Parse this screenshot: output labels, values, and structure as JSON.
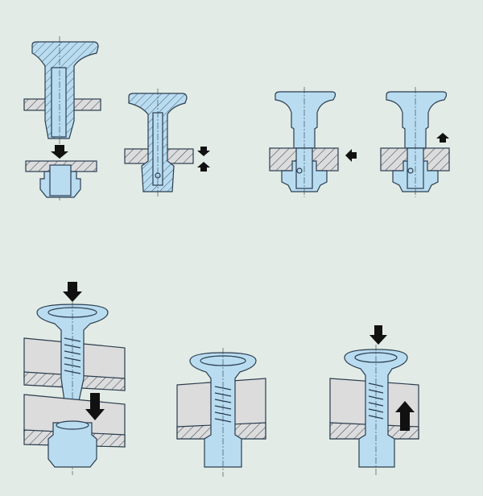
{
  "diagram": {
    "colors": {
      "background": "#e2ebe5",
      "part_fill": "#b9dcf0",
      "plate_fill": "#dcdcdc",
      "outline": "#2b3d4f",
      "arrow": "#111111"
    },
    "figures": [
      {
        "id": "assembly-insert-step",
        "arrows": [
          "down"
        ]
      },
      {
        "id": "assembled-sectional",
        "arrows": [
          "down",
          "up"
        ]
      },
      {
        "id": "plunger-engaged",
        "arrows": [
          "left"
        ]
      },
      {
        "id": "plunger-retracted",
        "arrows": [
          "up"
        ]
      },
      {
        "id": "spring-plunger-insert-step",
        "arrows": [
          "down",
          "down"
        ]
      },
      {
        "id": "spring-plunger-assembled",
        "arrows": []
      },
      {
        "id": "spring-plunger-operation",
        "arrows": [
          "down",
          "up"
        ]
      }
    ]
  }
}
